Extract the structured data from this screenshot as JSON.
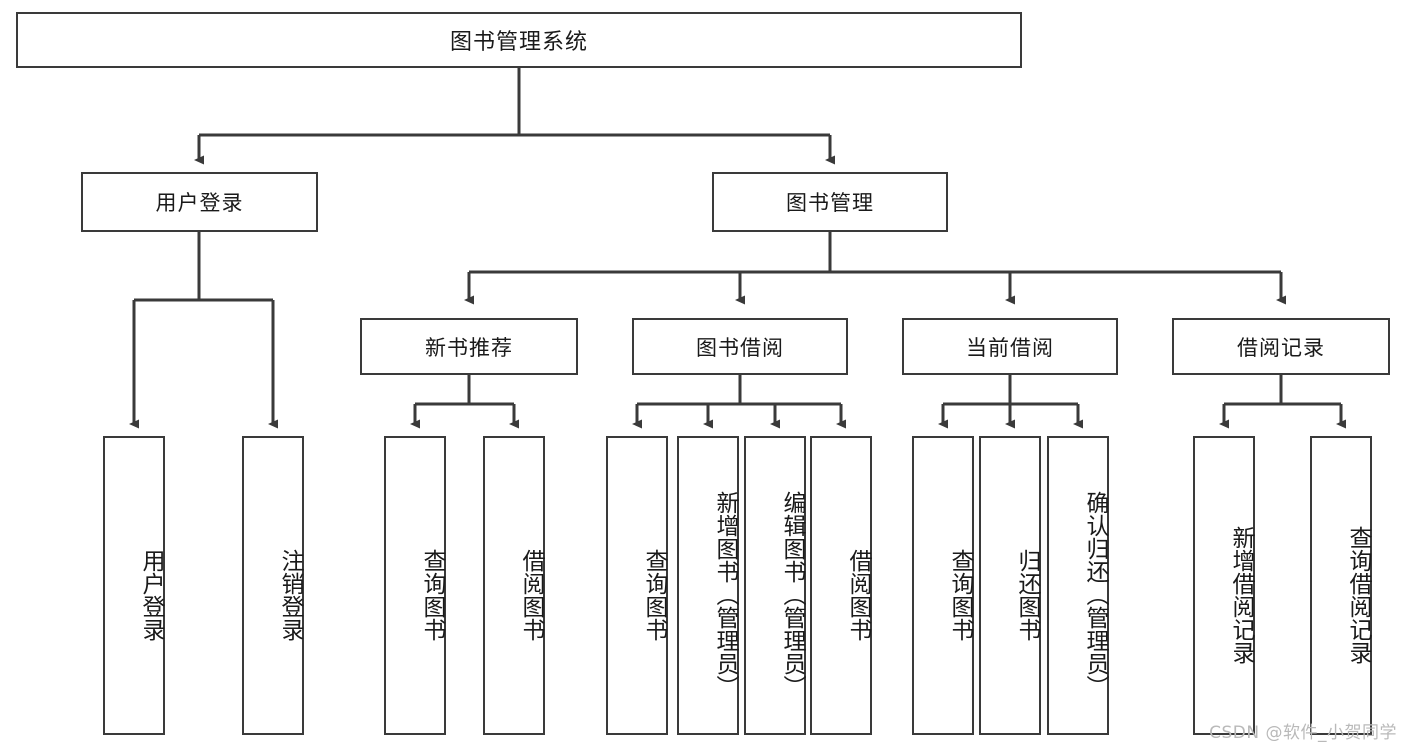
{
  "diagram": {
    "type": "tree-hierarchy",
    "title": "图书管理系统",
    "watermark": "CSDN @软件_小贺同学",
    "colors": {
      "box_border": "#3a3a3a",
      "box_fill": "#ffffff",
      "connector": "#3a3a3a",
      "text": "#1a1a1a",
      "watermark": "#b9b9b9"
    },
    "root": {
      "label": "图书管理系统"
    },
    "level1": [
      {
        "label": "用户登录"
      },
      {
        "label": "图书管理"
      }
    ],
    "level2": [
      {
        "label": "新书推荐"
      },
      {
        "label": "图书借阅"
      },
      {
        "label": "当前借阅"
      },
      {
        "label": "借阅记录"
      }
    ],
    "leaves": {
      "user_login": [
        {
          "label": "用户登录"
        },
        {
          "label": "注销登录"
        }
      ],
      "new_book_recommend": [
        {
          "label": "查询图书"
        },
        {
          "label": "借阅图书"
        }
      ],
      "book_borrow": [
        {
          "label": "查询图书"
        },
        {
          "label": "新增图书（管理员）"
        },
        {
          "label": "编辑图书（管理员）"
        },
        {
          "label": "借阅图书"
        }
      ],
      "current_borrow": [
        {
          "label": "查询图书"
        },
        {
          "label": "归还图书"
        },
        {
          "label": "确认归还（管理员）"
        }
      ],
      "borrow_record": [
        {
          "label": "新增借阅记录"
        },
        {
          "label": "查询借阅记录"
        }
      ]
    }
  }
}
